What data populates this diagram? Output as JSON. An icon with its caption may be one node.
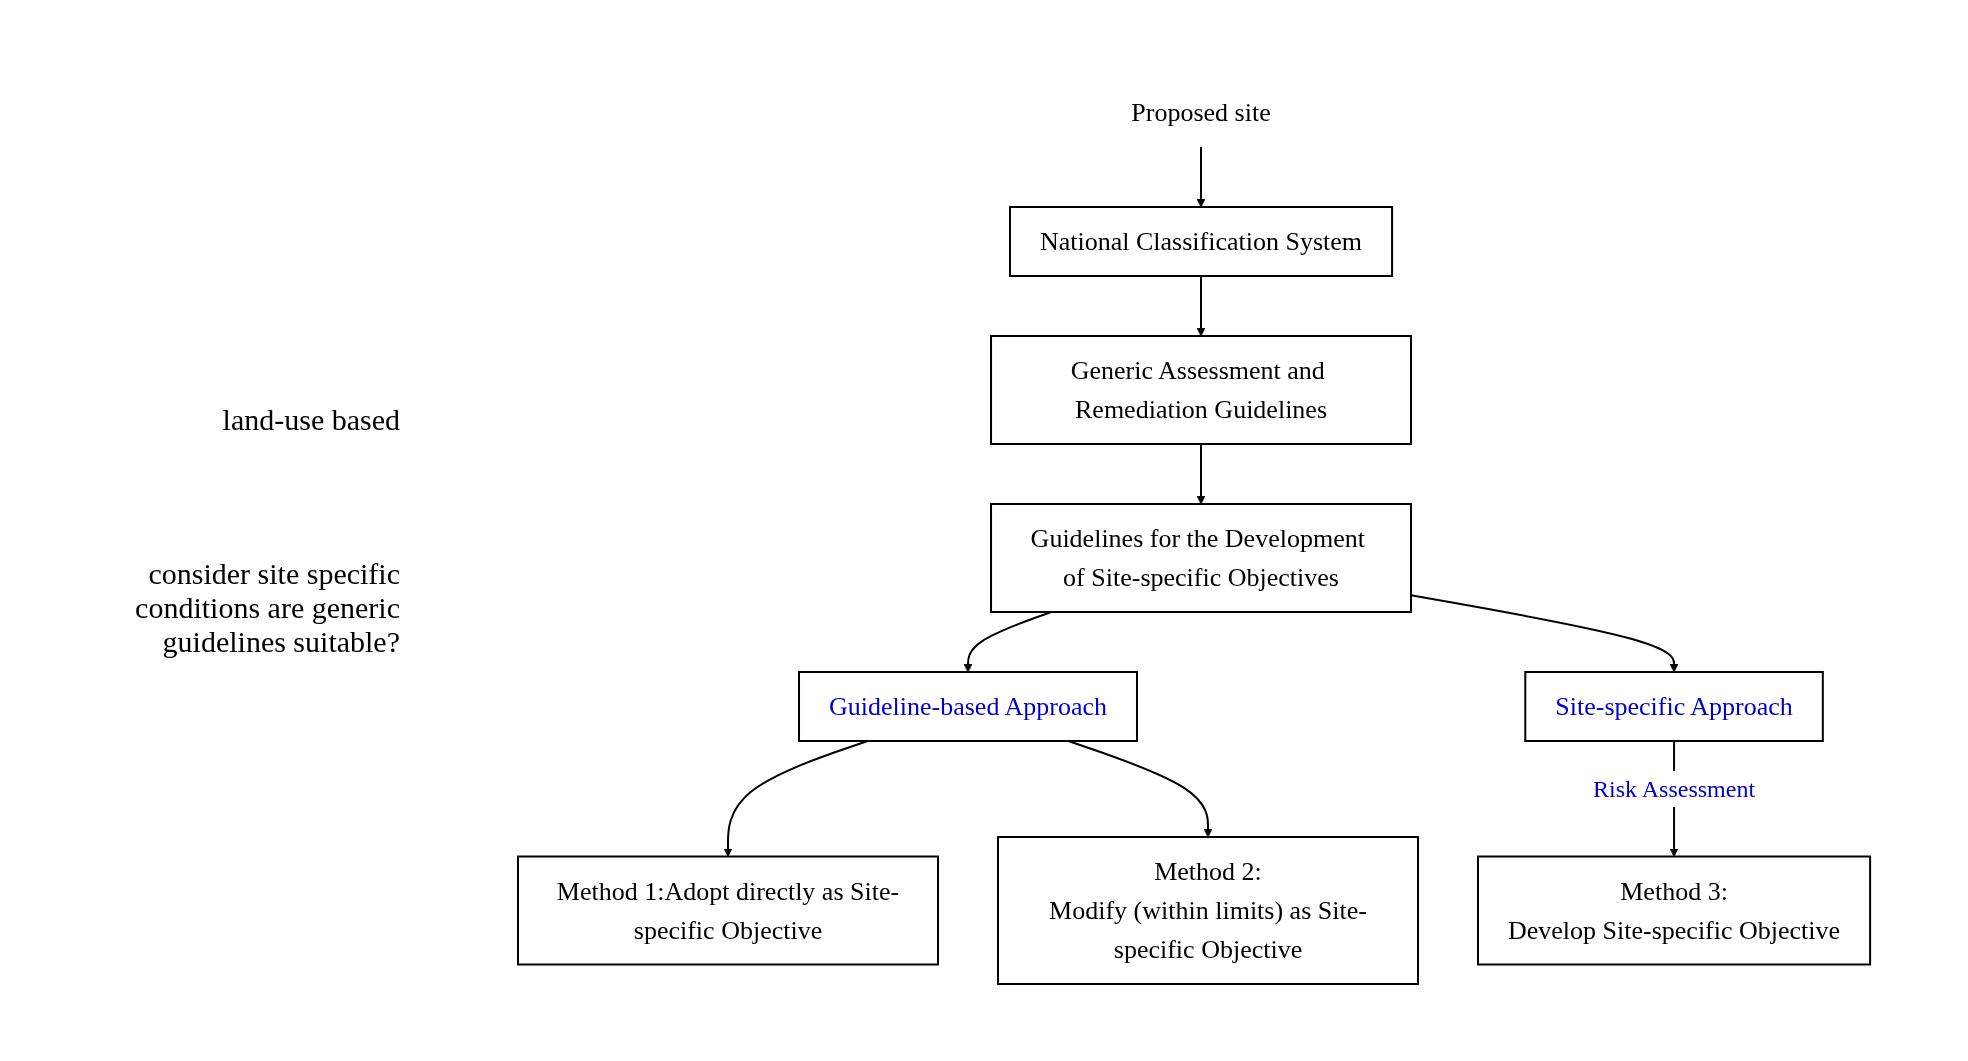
{
  "diagram": {
    "nodes": [
      {
        "text": [
          "Proposed site"
        ]
      },
      {
        "text": [
          "National Classification System"
        ]
      },
      {
        "text": [
          "Generic Assessment and Remediation Guidelines"
        ]
      },
      {
        "text": [
          "Guidelines for the Development of Site-specific Objectives"
        ]
      },
      {
        "text": [
          "Guideline-based Approach"
        ]
      },
      {
        "text": [
          "Site-specific Approach"
        ]
      },
      {
        "text": [
          "Method 1:Adopt directly as Site-specific Objective"
        ]
      },
      {
        "text": [
          "Method 2:",
          "Modify (within limits) as Site-specific Objective"
        ]
      },
      {
        "text": [
          "Method 3:",
          "Develop Site-specific Objective"
        ]
      }
    ],
    "edges": [
      {
        "from": 0,
        "to": 1,
        "arrow": "to"
      },
      {
        "from": 1,
        "to": 2,
        "arrow": "to"
      },
      {
        "from": 2,
        "to": 3,
        "arrow": "to"
      },
      {
        "from": 3,
        "to": 4,
        "arrow": "to"
      },
      {
        "from": 3,
        "to": 5,
        "arrow": "to"
      },
      {
        "from": 4,
        "to": 6,
        "arrow": "to"
      },
      {
        "from": 4,
        "to": 7,
        "arrow": "to"
      },
      {
        "from": 5,
        "to": 8,
        "arrow": "to",
        "label": "Risk Assessment"
      }
    ],
    "labels": [
      "land-use based",
      "consider site specific conditions are generic guidelines suitable?"
    ]
  }
}
